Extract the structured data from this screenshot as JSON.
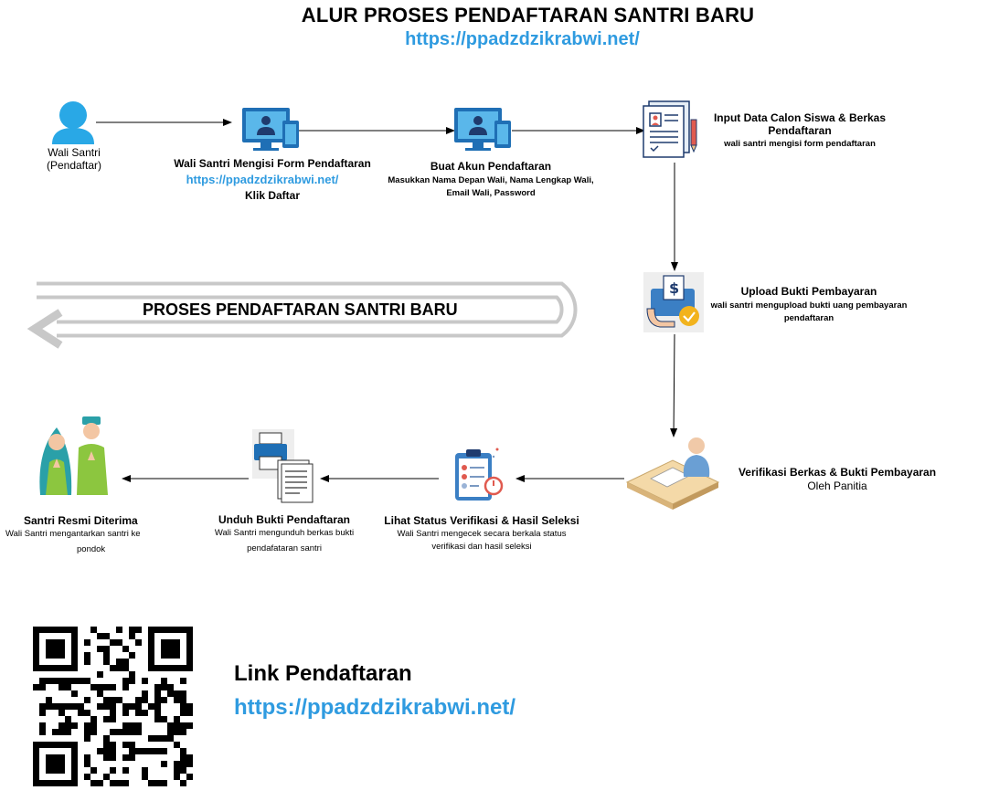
{
  "title": "ALUR PROSES PENDAFTARAN SANTRI BARU",
  "title_url": "https://ppadzdzikrabwi.net/",
  "loop_label": "PROSES PENDAFTARAN SANTRI BARU",
  "steps": {
    "wali": {
      "line1": "Wali Santri",
      "line2": "(Pendaftar)"
    },
    "form": {
      "title": "Wali Santri Mengisi Form Pendaftaran",
      "url": "https://ppadzdzikrabwi.net/",
      "action": "Klik Daftar"
    },
    "akun": {
      "title": "Buat Akun Pendaftaran",
      "desc1": "Masukkan Nama Depan Wali, Nama Lengkap Wali,",
      "desc2": "Email Wali, Password"
    },
    "input": {
      "title1": "Input Data Calon Siswa & Berkas",
      "title2": "Pendaftaran",
      "desc": "wali santri mengisi form pendaftaran"
    },
    "upload": {
      "title": "Upload Bukti Pembayaran",
      "desc1": "wali santri mengupload bukti uang pembayaran",
      "desc2": "pendaftaran"
    },
    "verif": {
      "title": "Verifikasi Berkas & Bukti Pembayaran",
      "desc": "Oleh Panitia"
    },
    "status": {
      "title": "Lihat Status Verifikasi & Hasil Seleksi",
      "desc1": "Wali Santri  mengecek secara berkala status",
      "desc2": "verifikasi dan hasil seleksi"
    },
    "unduh": {
      "title": "Unduh Bukti Pendaftaran",
      "desc1": "Wali Santri  mengunduh berkas bukti",
      "desc2": "pendafataran santri"
    },
    "resmi": {
      "title": "Santri Resmi Diterima",
      "desc1": "Wali Santri  mengantarkan santri ke",
      "desc2": "pondok"
    }
  },
  "link": {
    "title": "Link Pendaftaran",
    "url": "https://ppadzdzikrabwi.net/"
  },
  "colors": {
    "accent": "#2f9be0",
    "icon_blue": "#1f6fb5",
    "loop_gray": "#c8c8c8"
  }
}
